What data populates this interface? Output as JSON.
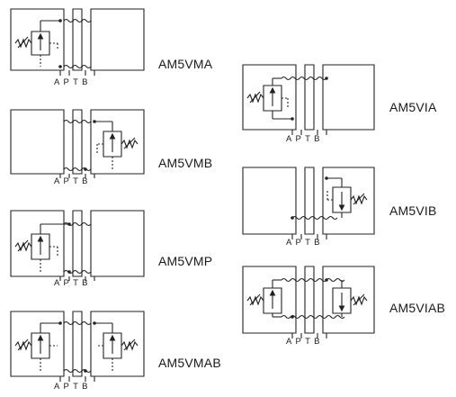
{
  "diagram": {
    "line_color": "#222222",
    "port_labels": "APTB",
    "left_column": [
      {
        "model": "AM5VMA"
      },
      {
        "model": "AM5VMB"
      },
      {
        "model": "AM5VMP"
      },
      {
        "model": "AM5VMAB"
      }
    ],
    "right_column": [
      {
        "model": "AM5VIA"
      },
      {
        "model": "AM5VIB"
      },
      {
        "model": "AM5VIAB"
      }
    ]
  }
}
